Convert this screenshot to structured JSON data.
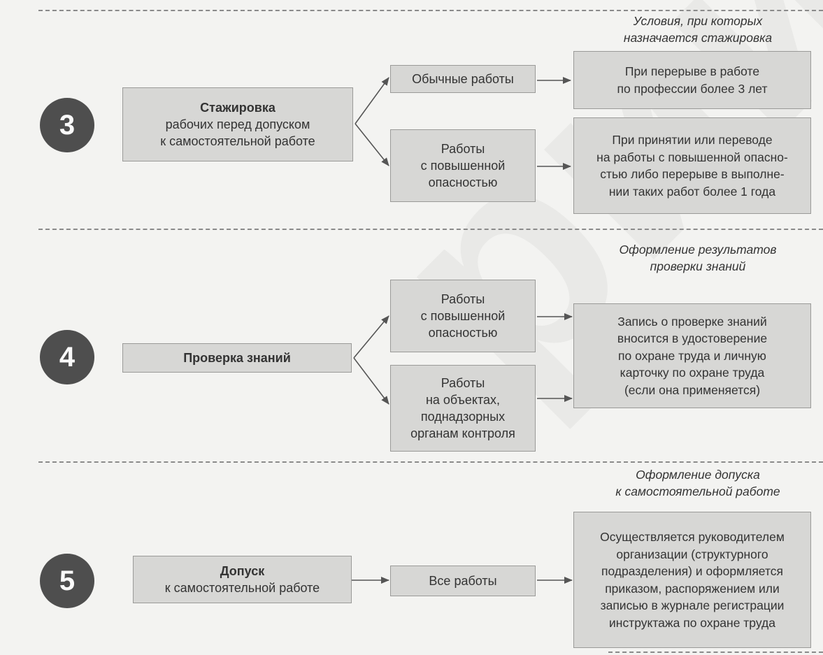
{
  "sections": [
    {
      "number": "3",
      "main": {
        "title": "Стажировка",
        "lines": [
          "рабочих перед допуском",
          "к самостоятельной работе"
        ]
      },
      "condition_header": [
        "Условия, при которых",
        "назначается стажировка"
      ],
      "branches": [
        {
          "label": [
            "Обычные работы"
          ],
          "result": [
            "При перерыве в работе",
            "по профессии более 3 лет"
          ]
        },
        {
          "label": [
            "Работы",
            "с повышенной",
            "опасностью"
          ],
          "result": [
            "При принятии или переводе",
            "на работы с повышенной опасно-",
            "стью либо перерыве в выполне-",
            "нии таких работ более 1 года"
          ]
        }
      ]
    },
    {
      "number": "4",
      "main": {
        "title": "Проверка знаний",
        "lines": []
      },
      "condition_header": [
        "Оформление результатов",
        "проверки знаний"
      ],
      "branches": [
        {
          "label": [
            "Работы",
            "с повышенной",
            "опасностью"
          ]
        },
        {
          "label": [
            "Работы",
            "на объектах,",
            "поднадзорных",
            "органам контроля"
          ]
        }
      ],
      "result": [
        "Запись о проверке знаний",
        "вносится в удостоверение",
        "по охране труда и личную",
        "карточку по охране труда",
        "(если она применяется)"
      ]
    },
    {
      "number": "5",
      "main": {
        "title": "Допуск",
        "lines": [
          "к самостоятельной работе"
        ]
      },
      "condition_header": [
        "Оформление допуска",
        "к самостоятельной работе"
      ],
      "branches": [
        {
          "label": [
            "Все работы"
          ]
        }
      ],
      "result": [
        "Осуществляется руководителем",
        "организации (структурного",
        "подразделения) и оформляется",
        "приказом, распоряжением или",
        "записью в журнале регистрации",
        "инструктажа по охране труда"
      ]
    }
  ],
  "watermark": "рий БНТУ",
  "colors": {
    "box_fill": "#d7d7d5",
    "box_border": "#9a9a98",
    "circle": "#4e4e4e",
    "arrow": "#555555"
  }
}
